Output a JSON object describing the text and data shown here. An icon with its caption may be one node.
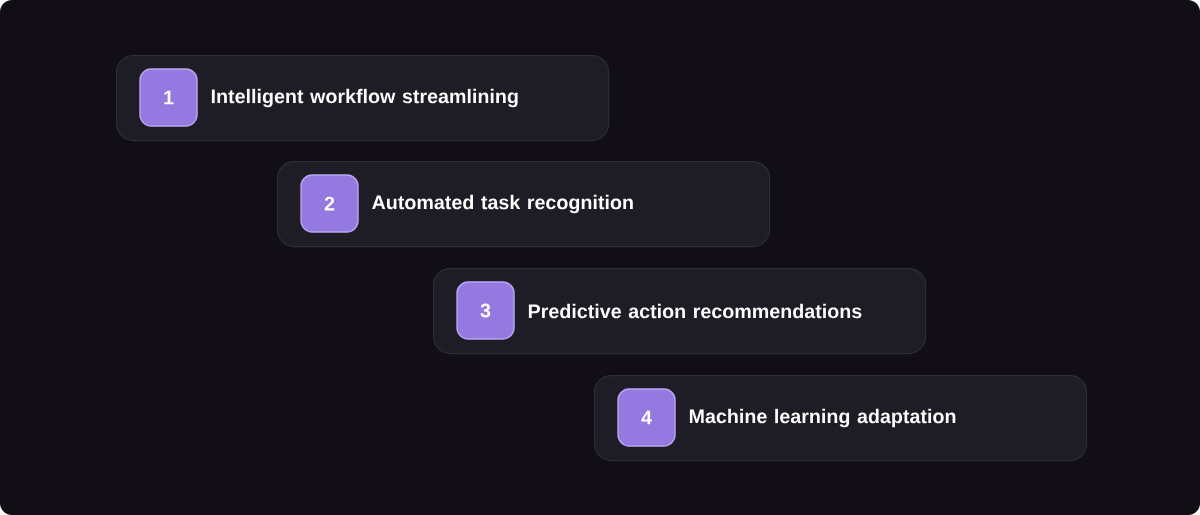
{
  "diagram": {
    "nodes": [
      {
        "text": [
          "Intelligent workflow streamlining"
        ]
      },
      {
        "text": [
          "1"
        ],
        "in": 0
      },
      {
        "text": [
          "Automated task recognition"
        ]
      },
      {
        "text": [
          "2"
        ],
        "in": 2
      },
      {
        "text": [
          "Predictive action recommendations"
        ]
      },
      {
        "text": [
          "3"
        ],
        "in": 4
      },
      {
        "text": [
          "Machine learning adaptation"
        ]
      },
      {
        "text": [
          "4"
        ],
        "in": 6
      }
    ]
  }
}
